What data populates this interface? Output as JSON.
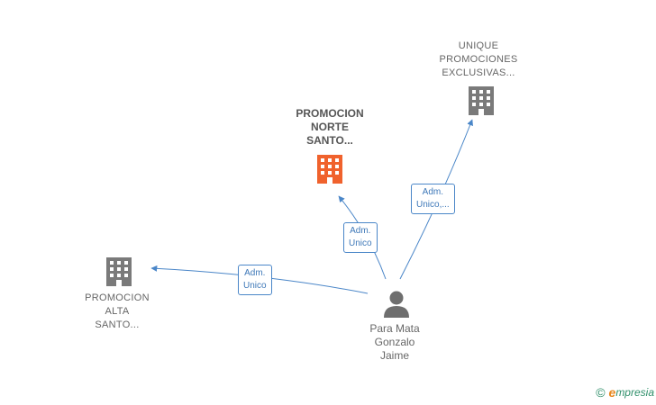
{
  "nodes": {
    "person": {
      "lines": [
        "Para Mata",
        "Gonzalo",
        "Jaime"
      ]
    },
    "company_highlight": {
      "lines": [
        "PROMOCION",
        "NORTE",
        "SANTO..."
      ],
      "color": "#f0622d"
    },
    "company_top_right": {
      "lines": [
        "UNIQUE",
        "PROMOCIONES",
        "EXCLUSIVAS..."
      ],
      "color": "#777777"
    },
    "company_left": {
      "lines": [
        "PROMOCION",
        "ALTA",
        "SANTO..."
      ],
      "color": "#777777"
    }
  },
  "edges": {
    "to_left": {
      "lines": [
        "Adm.",
        "Unico"
      ]
    },
    "to_highlight": {
      "lines": [
        "Adm.",
        "Unico"
      ]
    },
    "to_top_right": {
      "lines": [
        "Adm.",
        "Unico,..."
      ]
    }
  },
  "footer": {
    "copyright": "©",
    "brand_initial": "e",
    "brand_rest": "mpresia"
  },
  "colors": {
    "edge": "#4a86c8",
    "person_icon": "#6e6e6e"
  }
}
